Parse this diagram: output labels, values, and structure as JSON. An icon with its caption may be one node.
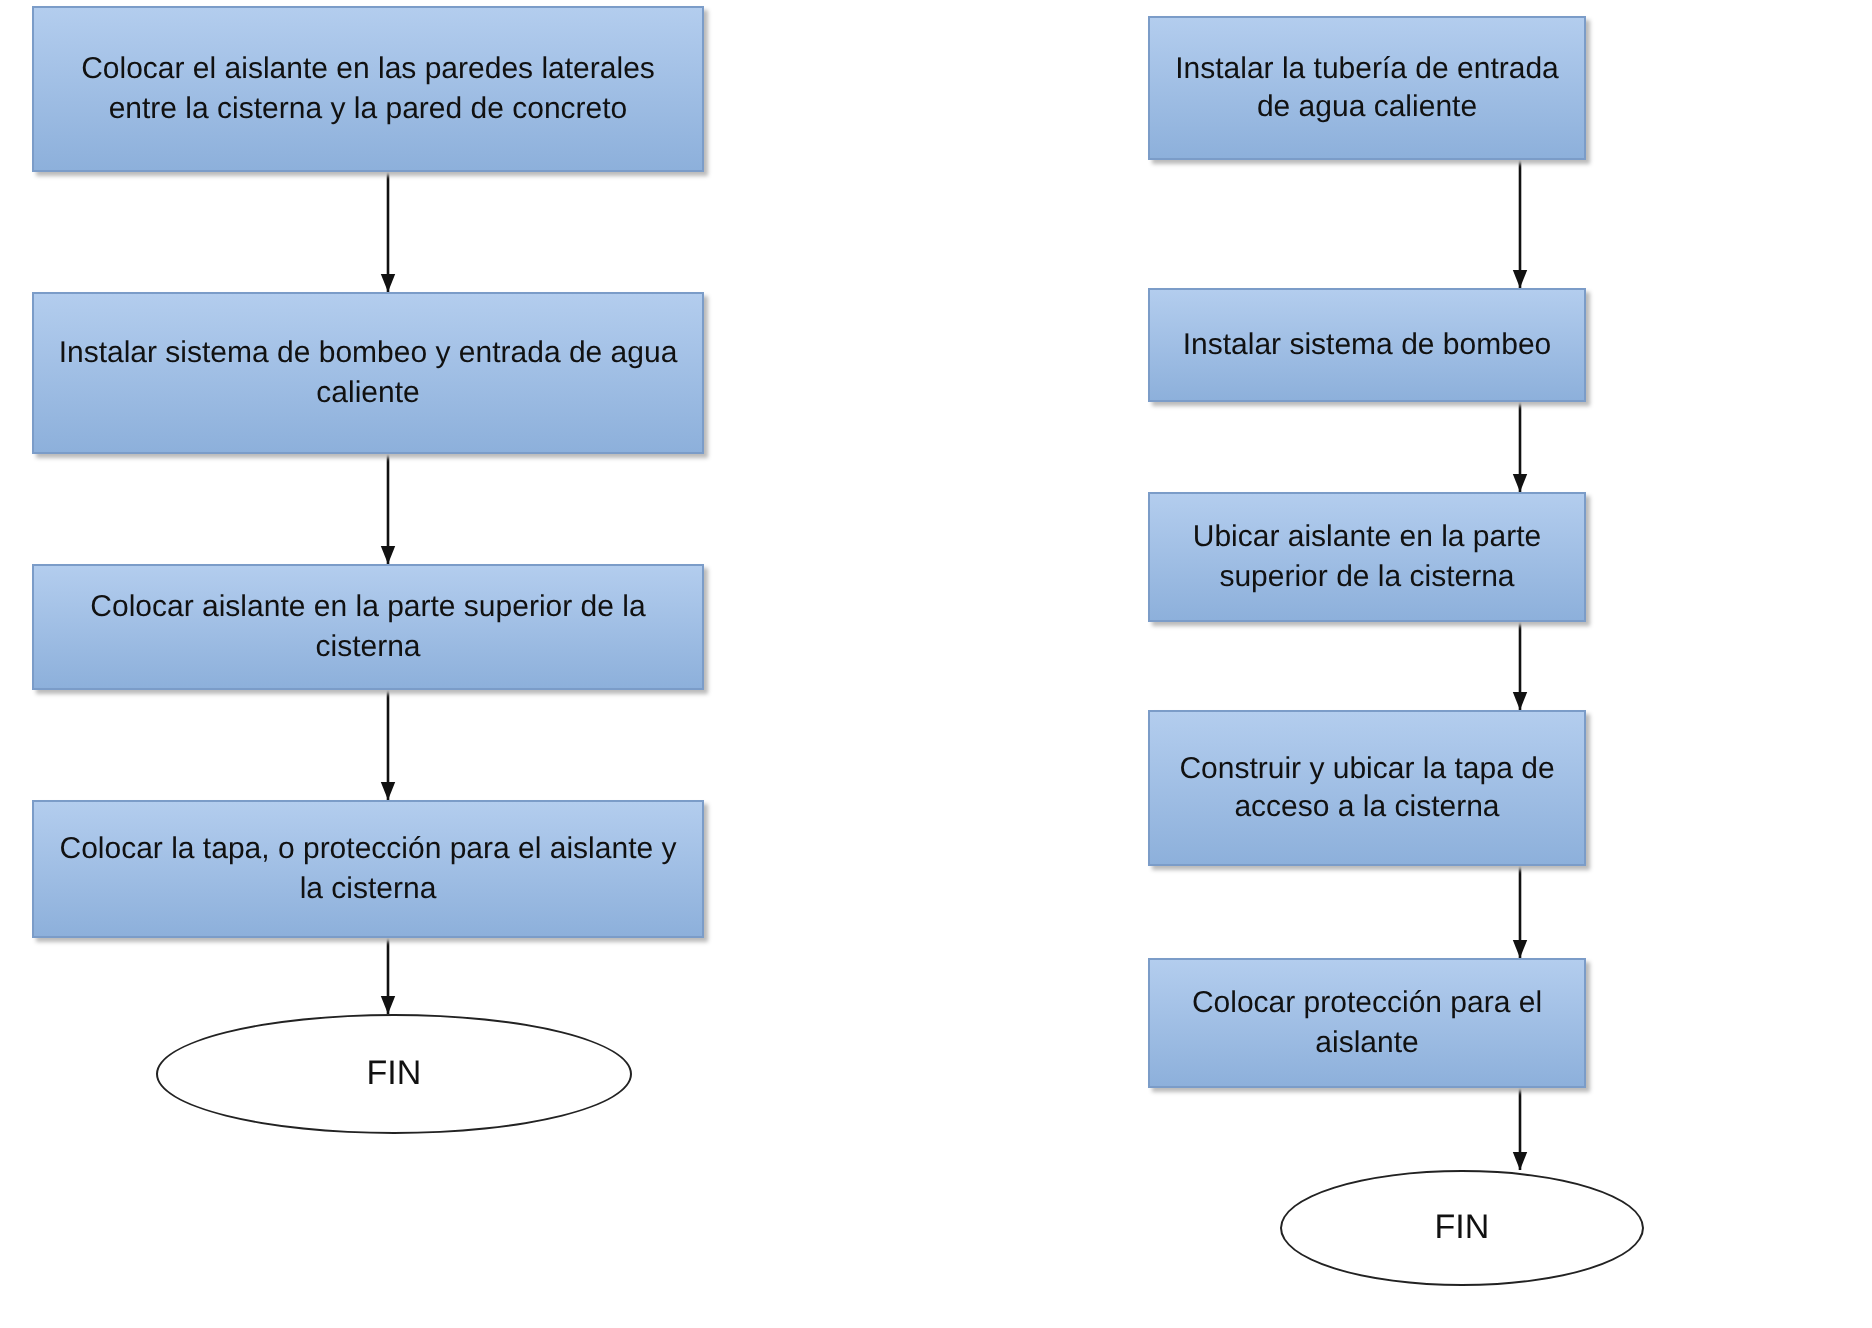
{
  "diagram": {
    "nodes": [
      {
        "text": [
          "Colocar el aislante en las paredes laterales entre la cisterna y la pared de concreto"
        ]
      },
      {
        "text": [
          "Instalar sistema de bombeo y entrada de agua caliente"
        ]
      },
      {
        "text": [
          "Colocar aislante en la parte superior de la cisterna"
        ]
      },
      {
        "text": [
          "Colocar la tapa, o protección para el aislante y la cisterna"
        ]
      },
      {
        "text": [
          "FIN"
        ]
      },
      {
        "text": [
          "Instalar la tubería de entrada de agua caliente"
        ]
      },
      {
        "text": [
          "Instalar sistema de bombeo"
        ]
      },
      {
        "text": [
          "Ubicar aislante en la parte superior de la cisterna"
        ]
      },
      {
        "text": [
          "Construir y ubicar la tapa de acceso a la cisterna"
        ]
      },
      {
        "text": [
          "Colocar protección para el aislante"
        ]
      },
      {
        "text": [
          "FIN"
        ]
      }
    ],
    "edges": [
      {
        "from": 0,
        "to": 1,
        "arrow": "to"
      },
      {
        "from": 1,
        "to": 2,
        "arrow": "to"
      },
      {
        "from": 2,
        "to": 3,
        "arrow": "to"
      },
      {
        "from": 3,
        "to": 4,
        "arrow": "to"
      },
      {
        "from": 5,
        "to": 6,
        "arrow": "to"
      },
      {
        "from": 6,
        "to": 7,
        "arrow": "to"
      },
      {
        "from": 7,
        "to": 8,
        "arrow": "to"
      },
      {
        "from": 8,
        "to": 9,
        "arrow": "to"
      },
      {
        "from": 9,
        "to": 10,
        "arrow": "to"
      }
    ]
  }
}
